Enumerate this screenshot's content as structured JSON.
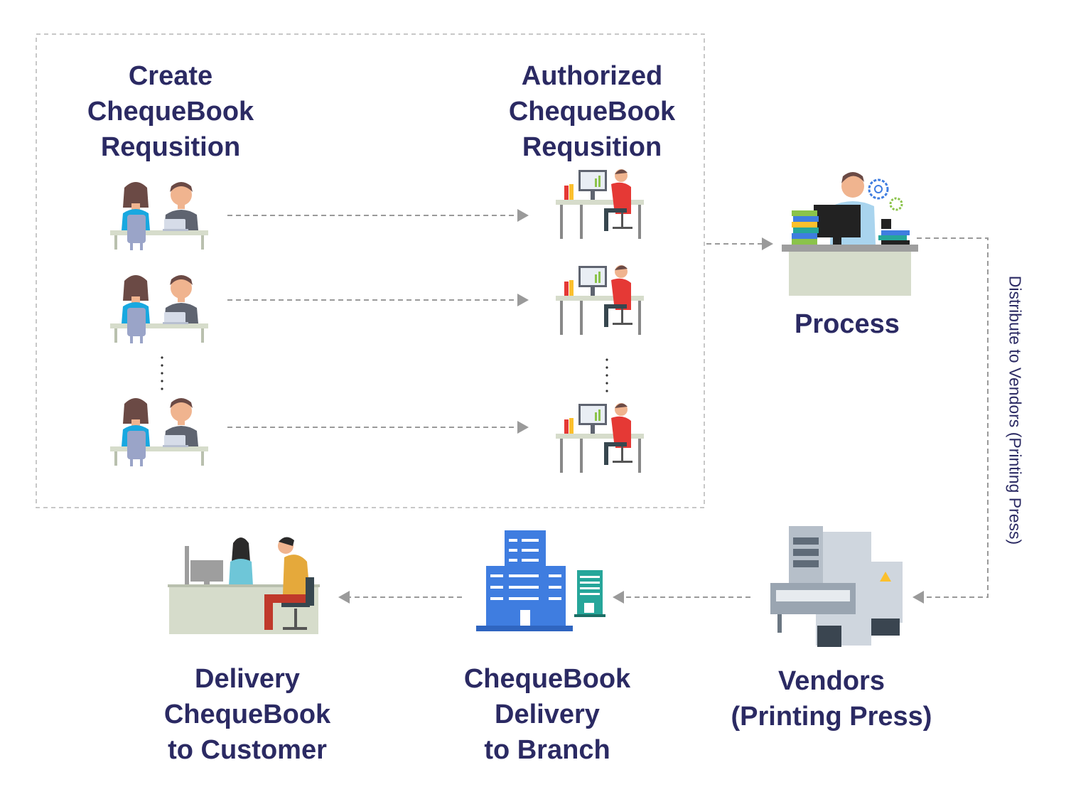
{
  "labels": {
    "create": [
      "Create",
      "ChequeBook",
      "Requsition"
    ],
    "authorized": [
      "Authorized",
      "ChequeBook",
      "Requsition"
    ],
    "process": "Process",
    "vendors": [
      "Vendors",
      "(Printing Press)"
    ],
    "branch": [
      "ChequeBook",
      "Delivery",
      "to Branch"
    ],
    "customer": [
      "Delivery",
      "ChequeBook",
      "to Customer"
    ],
    "distribute": "Distribute to Vendors (Printing Press)"
  },
  "colors": {
    "text": "#2b2a63",
    "arrow": "#9a9a9a",
    "desk": "#d6dccb",
    "building": "#3f7de0",
    "red_chair": "#e53935"
  },
  "icons": {
    "requester": "two-people-at-desk-icon",
    "authorizer": "person-at-computer-icon",
    "process": "office-worker-with-gears-icon",
    "vendor": "printing-press-icon",
    "branch": "bank-building-icon",
    "customer": "customer-service-desk-icon"
  }
}
